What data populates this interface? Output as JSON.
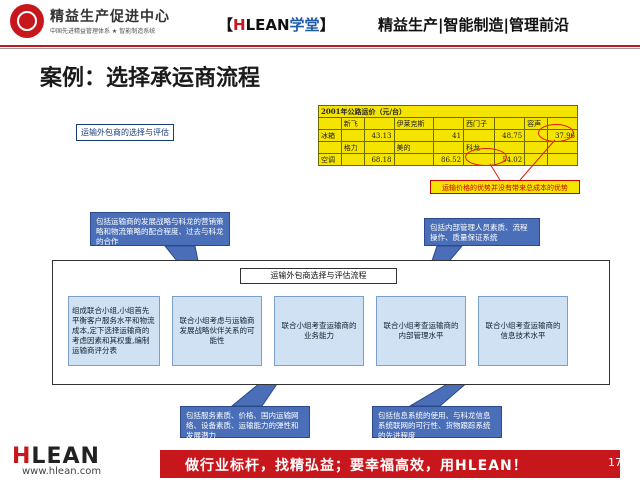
{
  "header": {
    "org_name": "精益生产促进中心",
    "org_sub": "中国先进精益管理体系 ★ 智能制造系统",
    "bracket_left": "【",
    "brand_h": "H",
    "brand_lean": "LEAN",
    "brand_tail": "学堂",
    "bracket_right": "】",
    "slogan": "精益生产|智能制造|管理前沿"
  },
  "slide": {
    "title": "案例：选择承运商流程"
  },
  "figure": {
    "label": "运输外包商的选择与评估",
    "table": {
      "title": "2001年公路运价（元/台）",
      "rows": [
        [
          "",
          "新飞",
          "",
          "伊莱克斯",
          "",
          "西门子",
          "",
          "容声",
          ""
        ],
        [
          "冰箱",
          "",
          "43.13",
          "",
          "41",
          "",
          "48.75",
          "",
          "37.96"
        ],
        [
          "",
          "格力",
          "",
          "美的",
          "",
          "科龙",
          "",
          "",
          ""
        ],
        [
          "空调",
          "",
          "68.18",
          "",
          "86.52",
          "",
          "54.02",
          "",
          ""
        ]
      ]
    },
    "red_note": "运输价格的优势并没有带来总成本的优势",
    "callouts": {
      "top_left": "包括运输商的发展战略与科龙的营销策略和物流策略的配合程度、过去与科龙的合作",
      "top_right": "包括内部管理人员素质、流程操作、质量保证系统",
      "bottom_left": "包括服务素质、价格、国内运输网络、设备素质、运输能力的弹性和发展潜力",
      "bottom_right": "包括信息系统的使用、与科龙信息系统联网的可行性、货物跟踪系统的先进程度"
    },
    "flow": {
      "title": "运输外包商选择与评估流程",
      "steps": [
        "组成联合小组,小组首先平衡客户服务水平和物流成本,定下选择运输商的考虑因素和其权重,编制运输商评分表",
        "联合小组考虑与运输商发展战略伙伴关系的可能性",
        "联合小组考查运输商的业务能力",
        "联合小组考查运输商的内部管理水平",
        "联合小组考查运输商的信息技术水平"
      ]
    }
  },
  "footer": {
    "logo_h": "H",
    "logo_lean": "LEAN",
    "url": "www.hlean.com",
    "slogan": "做行业标杆，找精弘益；要幸福高效，用HLEAN！",
    "page_number": "17"
  },
  "colors": {
    "brand_red": "#c8161d",
    "brand_blue": "#1e5aa8",
    "callout_blue": "#4a6fb8",
    "step_fill": "#cfe1f2",
    "table_yellow": "#f5e400"
  }
}
